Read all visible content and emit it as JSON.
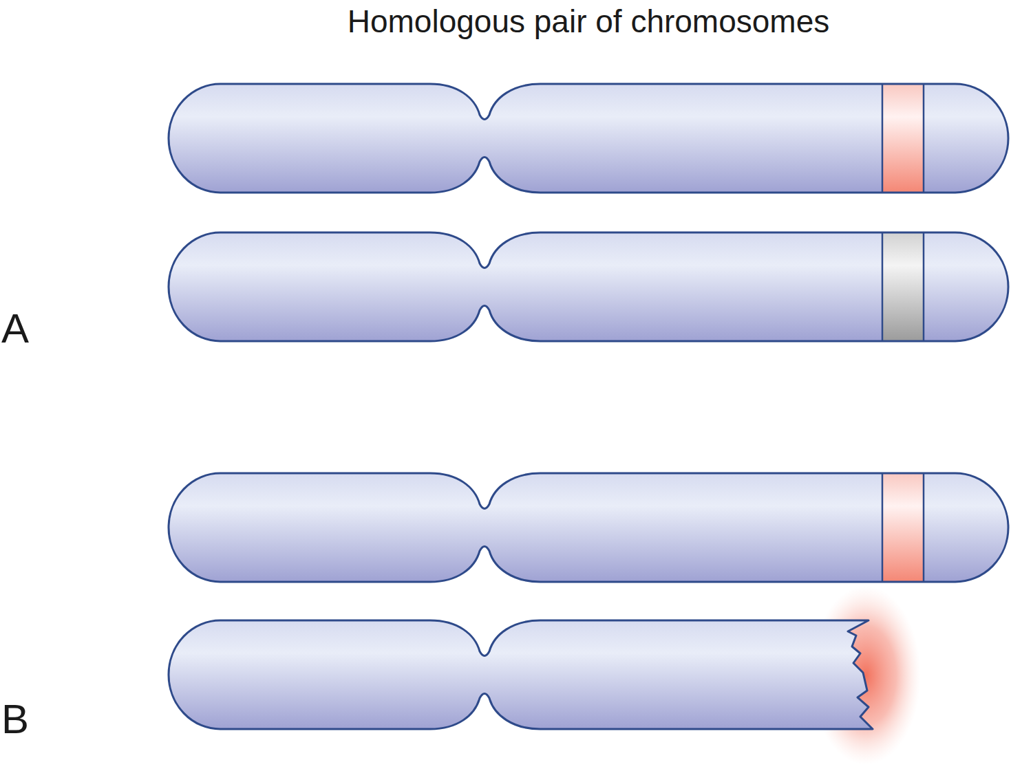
{
  "diagram": {
    "title": "Homologous pair of chromosomes",
    "labels": [
      "A",
      "B"
    ]
  }
}
